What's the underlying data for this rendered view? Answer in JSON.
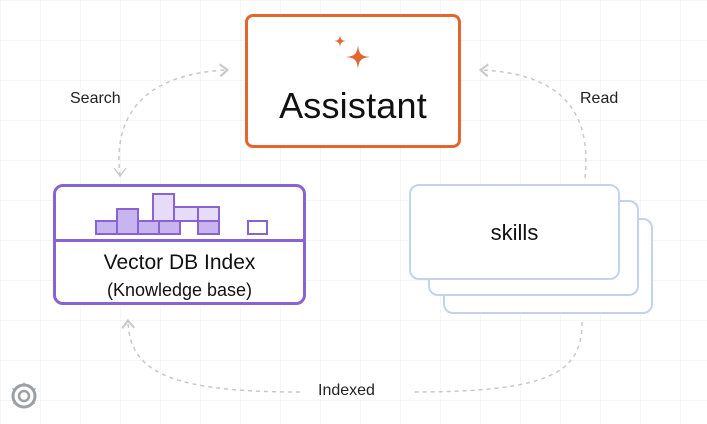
{
  "assistant": {
    "title": "Assistant"
  },
  "vector_db": {
    "title": "Vector DB Index",
    "subtitle": "(Knowledge base)"
  },
  "skills": {
    "title": "skills"
  },
  "connectors": {
    "search": "Search",
    "read": "Read",
    "indexed": "Indexed"
  },
  "colors": {
    "accent_orange": "#e4662f",
    "vector_border": "#8a63d2",
    "bar_fill_dark": "#c8b4ee",
    "bar_fill_light": "#e6dcf8",
    "skills_border": "#c3d3ee",
    "arrow": "#c8c8c8"
  },
  "icons": {
    "sparkle": "sparkle-icon",
    "logo": "grafana-logo-icon"
  }
}
